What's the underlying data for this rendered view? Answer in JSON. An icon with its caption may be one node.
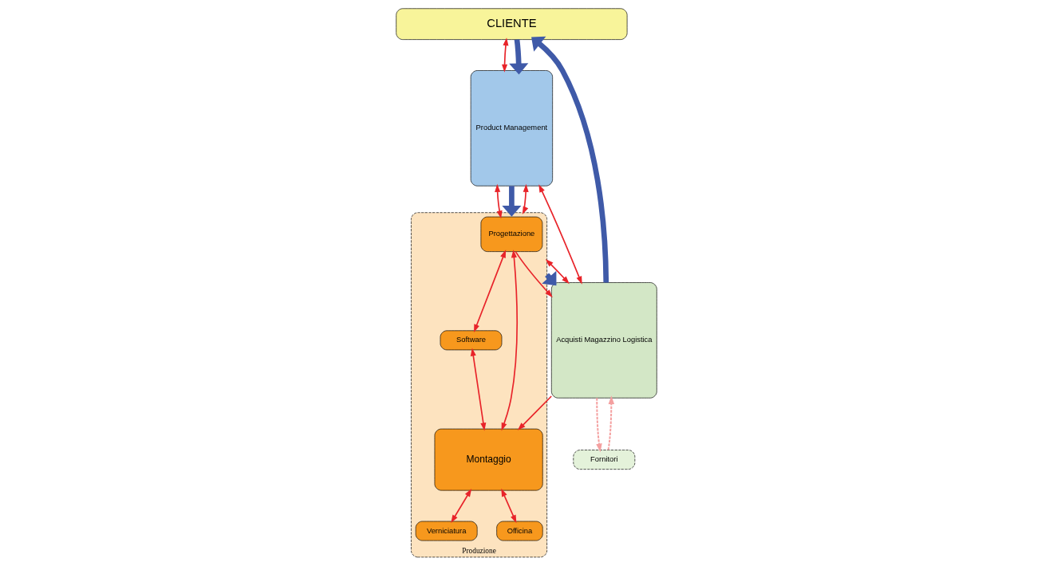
{
  "diagram": {
    "nodes": [
      {
        "text": [
          "CLIENTE"
        ]
      },
      {
        "text": [
          "Product Management"
        ]
      },
      {
        "text": [
          "Produzione"
        ]
      },
      {
        "text": [
          "Progettazione"
        ],
        "in": 2
      },
      {
        "text": [
          "Software"
        ],
        "in": 2
      },
      {
        "text": [
          "Montaggio"
        ],
        "in": 2
      },
      {
        "text": [
          "Verniciatura"
        ],
        "in": 2
      },
      {
        "text": [
          "Officina"
        ],
        "in": 2
      },
      {
        "text": [
          "Acquisti Magazzino Logistica"
        ]
      },
      {
        "text": [
          "Fornitori"
        ]
      }
    ],
    "edges": [
      {
        "from": 0,
        "to": 1,
        "arrow": "both"
      },
      {
        "from": 0,
        "to": 1,
        "arrow": "to",
        "style": "thick",
        "color": "#3f5aa8"
      },
      {
        "from": 1,
        "to": 8,
        "arrow": "both"
      },
      {
        "from": 1,
        "to": 3,
        "arrow": "both"
      },
      {
        "from": 1,
        "to": 2,
        "arrow": "to",
        "style": "thick",
        "color": "#3f5aa8"
      },
      {
        "from": 1,
        "to": 2,
        "arrow": "both"
      },
      {
        "from": 3,
        "to": 8,
        "arrow": "to"
      },
      {
        "from": 3,
        "to": 5,
        "arrow": "both"
      },
      {
        "from": 3,
        "to": 4,
        "arrow": "both"
      },
      {
        "from": 4,
        "to": 5,
        "arrow": "both"
      },
      {
        "from": 5,
        "to": 6,
        "arrow": "both"
      },
      {
        "from": 5,
        "to": 7,
        "arrow": "both"
      },
      {
        "from": 2,
        "to": 8,
        "arrow": "to",
        "style": "thick",
        "color": "#3f5aa8"
      },
      {
        "from": 8,
        "to": 5,
        "arrow": "to"
      },
      {
        "from": 2,
        "to": 8,
        "arrow": "both"
      },
      {
        "from": 8,
        "to": 9,
        "arrow": "to",
        "style": "dashed",
        "color": "#f4a0a0"
      },
      {
        "from": 9,
        "to": 8,
        "arrow": "to",
        "style": "dashed",
        "color": "#f4a0a0"
      },
      {
        "from": 8,
        "to": 0,
        "arrow": "to",
        "style": "thick",
        "color": "#3f5aa8"
      }
    ]
  }
}
